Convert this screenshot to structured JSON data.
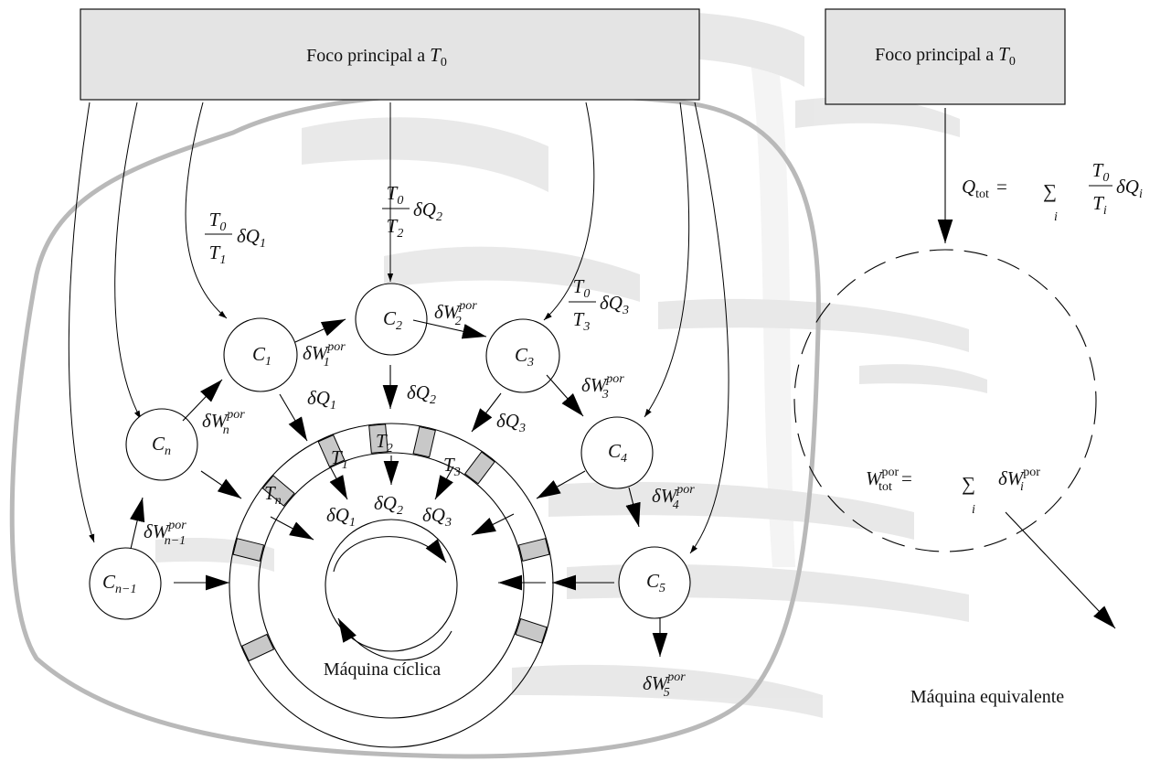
{
  "main_reservoir": {
    "label_prefix": "Foco principal a ",
    "temp_symbol": "T",
    "temp_sub": "0"
  },
  "equiv_reservoir": {
    "label_prefix": "Foco principal a ",
    "temp_symbol": "T",
    "temp_sub": "0"
  },
  "engines": {
    "c1": {
      "sym": "C",
      "sub": "1"
    },
    "c2": {
      "sym": "C",
      "sub": "2"
    },
    "c3": {
      "sym": "C",
      "sub": "3"
    },
    "c4": {
      "sym": "C",
      "sub": "4"
    },
    "c5": {
      "sym": "C",
      "sub": "5"
    },
    "cn": {
      "sym": "C",
      "sub": "n"
    },
    "cn1": {
      "sym": "C",
      "sub": "n−1"
    }
  },
  "heat_in": {
    "q1": {
      "num": "T",
      "num_sub": "0",
      "den": "T",
      "den_sub": "1",
      "tail": "δQ",
      "tail_sub": "1"
    },
    "q2": {
      "num": "T",
      "num_sub": "0",
      "den": "T",
      "den_sub": "2",
      "tail": "δQ",
      "tail_sub": "2"
    },
    "q3": {
      "num": "T",
      "num_sub": "0",
      "den": "T",
      "den_sub": "3",
      "tail": "δQ",
      "tail_sub": "3"
    }
  },
  "work": {
    "w1": {
      "sym": "δW",
      "sub": "1",
      "sup": "por"
    },
    "w2": {
      "sym": "δW",
      "sub": "2",
      "sup": "por"
    },
    "w3": {
      "sym": "δW",
      "sub": "3",
      "sup": "por"
    },
    "w4": {
      "sym": "δW",
      "sub": "4",
      "sup": "por"
    },
    "w5": {
      "sym": "δW",
      "sub": "5",
      "sup": "por"
    },
    "wn": {
      "sym": "δW",
      "sub": "n",
      "sup": "por"
    },
    "wn1": {
      "sym": "δW",
      "sub": "n−1",
      "sup": "por"
    }
  },
  "heat_out": {
    "d1": {
      "sym": "δQ",
      "sub": "1"
    },
    "d2": {
      "sym": "δQ",
      "sub": "2"
    },
    "d3": {
      "sym": "δQ",
      "sub": "3"
    }
  },
  "inner_heat": {
    "i1": {
      "sym": "δQ",
      "sub": "1"
    },
    "i2": {
      "sym": "δQ",
      "sub": "2"
    },
    "i3": {
      "sym": "δQ",
      "sub": "3"
    }
  },
  "ring_temps": {
    "t1": {
      "sym": "T",
      "sub": "1"
    },
    "t2": {
      "sym": "T",
      "sub": "2"
    },
    "t3": {
      "sym": "T",
      "sub": "3"
    },
    "tn": {
      "sym": "T",
      "sub": "n"
    }
  },
  "cyclic_machine_label": "Máquina cíclica",
  "equivalent": {
    "q_total": {
      "lhs": "Q",
      "lhs_sub": "tot",
      "eq": "=",
      "sum": "∑",
      "idx": "i",
      "num": "T",
      "num_sub": "0",
      "den": "T",
      "den_sub": "i",
      "tail": "δQ",
      "tail_sub": "i"
    },
    "w_total": {
      "lhs": "W",
      "lhs_sub": "tot",
      "lhs_sup": "por",
      "eq": "=",
      "sum": "∑",
      "idx": "i",
      "tail": "δW",
      "tail_sub": "i",
      "tail_sup": "por"
    },
    "label": "Máquina equivalente"
  }
}
